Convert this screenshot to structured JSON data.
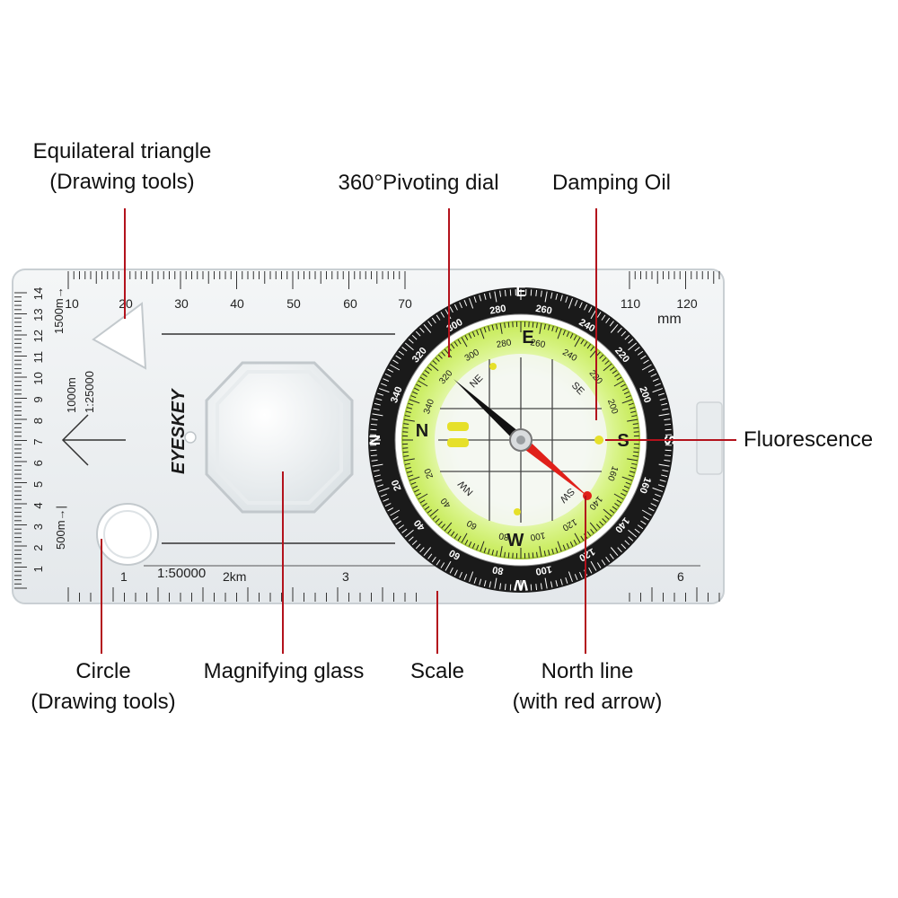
{
  "labels": {
    "triangle": {
      "line1": "Equilateral triangle",
      "line2": "(Drawing tools)"
    },
    "dial": "360°Pivoting dial",
    "oil": "Damping Oil",
    "fluorescence": "Fluorescence",
    "circle": {
      "line1": "Circle",
      "line2": "(Drawing tools)"
    },
    "magnifier": "Magnifying glass",
    "scale": "Scale",
    "north": {
      "line1": "North line",
      "line2": "(with red arrow)"
    }
  },
  "baseplate": {
    "brand": "EYESKEY",
    "unit_mm": "mm",
    "top_scale": [
      "10",
      "20",
      "30",
      "40",
      "50",
      "60",
      "70",
      "110",
      "120"
    ],
    "left_scale": [
      "14",
      "13",
      "12",
      "11",
      "10",
      "9",
      "8",
      "7",
      "6",
      "5",
      "4",
      "3",
      "2",
      "1"
    ],
    "scale_1500": "1500m→",
    "scale_1000": "1000m",
    "scale_25000": "1:25000",
    "scale_500": "500m→|",
    "scale_50000": "1:50000",
    "scale_2km": "2km",
    "bottom_scale": [
      "1",
      "3",
      "6"
    ]
  },
  "bezel": {
    "cardinals": {
      "n": "N",
      "e": "E",
      "s": "S",
      "w": "W"
    },
    "intercardinals": {
      "ne": "NE",
      "se": "SE",
      "nw": "NW",
      "sw": "SW"
    },
    "outer_degrees": [
      "20",
      "40",
      "60",
      "80",
      "100",
      "120",
      "140",
      "160",
      "200",
      "220",
      "240",
      "260",
      "280",
      "300",
      "320",
      "340"
    ],
    "inner_degrees": [
      "20",
      "40",
      "60",
      "80",
      "100",
      "120",
      "140",
      "160",
      "200",
      "220",
      "240",
      "260",
      "280",
      "300",
      "320",
      "340"
    ]
  },
  "colors": {
    "accent_red": "#b3121c",
    "bezel_black": "#1a1a1a",
    "fluor_green": "#d8f27a",
    "needle_red": "#e0201a",
    "needle_black": "#111111",
    "plate": "#eef1f3"
  }
}
